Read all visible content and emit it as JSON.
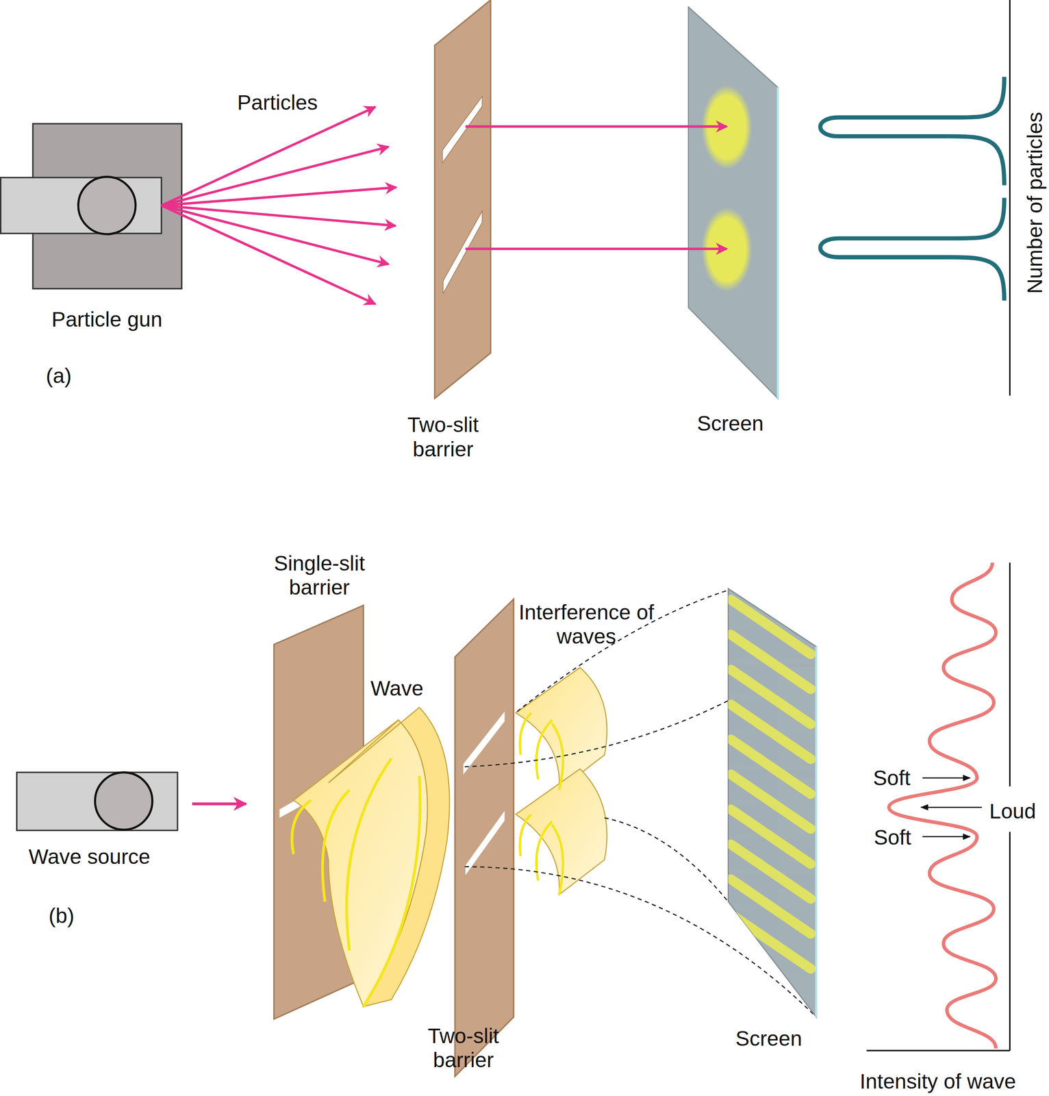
{
  "diagram": {
    "labels": [
      "Particles",
      "Particle gun",
      "(a)",
      "Two-slit barrier",
      "Screen",
      "Number of particles",
      "Single-slit barrier",
      "Wave",
      "Interference of waves",
      "Wave source",
      "(b)",
      "Two-slit barrier",
      "Screen",
      "Soft",
      "Loud",
      "Soft",
      "Intensity of wave"
    ]
  }
}
